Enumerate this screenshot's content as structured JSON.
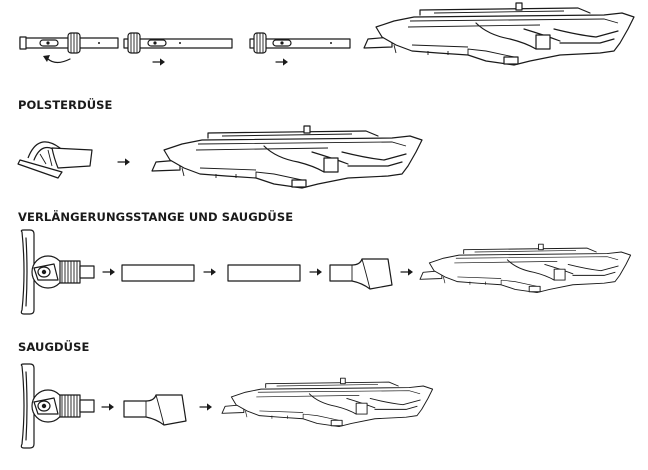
{
  "sections": [
    {
      "id": "top",
      "heading": ""
    },
    {
      "id": "polster",
      "heading": "POLSTERDÜSE"
    },
    {
      "id": "verlaengerung",
      "heading": "VERLÄNGERUNGSSTANGE UND SAUGDÜSE"
    },
    {
      "id": "saug",
      "heading": "SAUGDÜSE"
    }
  ],
  "colors": {
    "line": "#1a1a1a",
    "background": "#ffffff"
  },
  "icons": [
    "arrow-right-icon",
    "rotate-arrow-icon"
  ]
}
